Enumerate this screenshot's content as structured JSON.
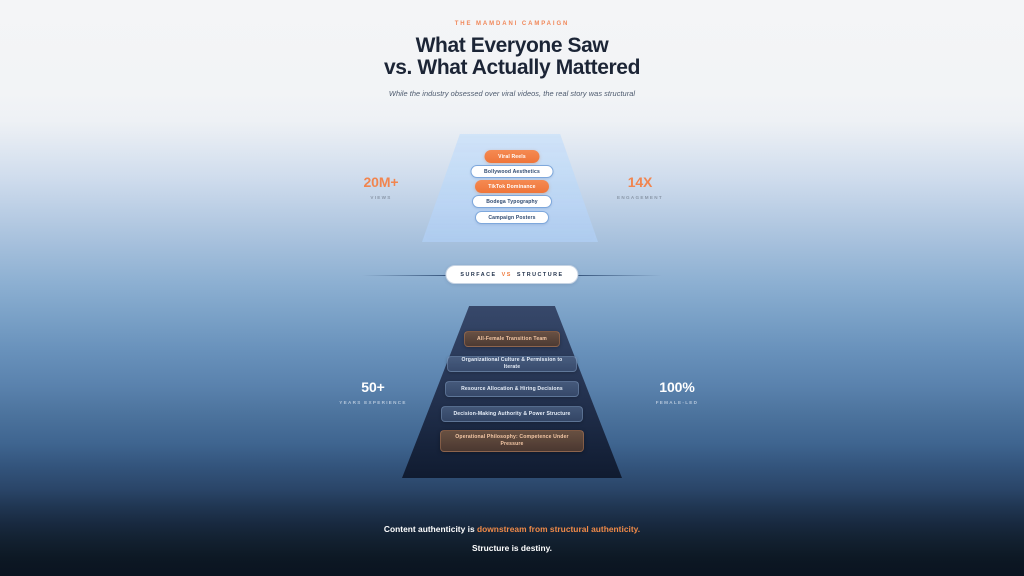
{
  "header": {
    "eyebrow": "THE MAMDANI CAMPAIGN",
    "title_line1": "What Everyone Saw",
    "title_line2": "vs. What Actually Mattered",
    "subtitle": "While the industry obsessed over viral videos, the real story was structural"
  },
  "surface": {
    "items": [
      {
        "label": "Viral Reels",
        "style": "accent"
      },
      {
        "label": "Bollywood Aesthetics",
        "style": "light"
      },
      {
        "label": "TikTok Dominance",
        "style": "accent"
      },
      {
        "label": "Bodega Typography",
        "style": "light"
      },
      {
        "label": "Campaign Posters",
        "style": "light"
      }
    ]
  },
  "divider": {
    "left_word": "SURFACE",
    "middle_word": "VS",
    "right_word": "STRUCTURE"
  },
  "structure": {
    "items": [
      {
        "label": "All-Female Transition Team",
        "style": "accent"
      },
      {
        "label": "Organizational Culture & Permission to Iterate",
        "style": "plain"
      },
      {
        "label": "Resource Allocation & Hiring Decisions",
        "style": "plain"
      },
      {
        "label": "Decision-Making Authority & Power Structure",
        "style": "plain"
      },
      {
        "label": "Operational Philosophy: Competence Under Pressure",
        "style": "accent"
      }
    ]
  },
  "stats": {
    "views": {
      "value": "20M+",
      "label": "VIEWS"
    },
    "engagement": {
      "value": "14X",
      "label": "ENGAGEMENT"
    },
    "years": {
      "value": "50+",
      "label": "YEARS EXPERIENCE"
    },
    "female": {
      "value": "100%",
      "label": "FEMALE-LED"
    }
  },
  "footer": {
    "line1_prefix": "Content authenticity is ",
    "line1_highlight": "downstream from structural authenticity.",
    "line2": "Structure is destiny."
  },
  "colors": {
    "accent_orange": "#ef7a3c",
    "title_navy": "#1c2536",
    "deep_navy": "#0a1320",
    "surface_blue": "#bed8f6"
  }
}
